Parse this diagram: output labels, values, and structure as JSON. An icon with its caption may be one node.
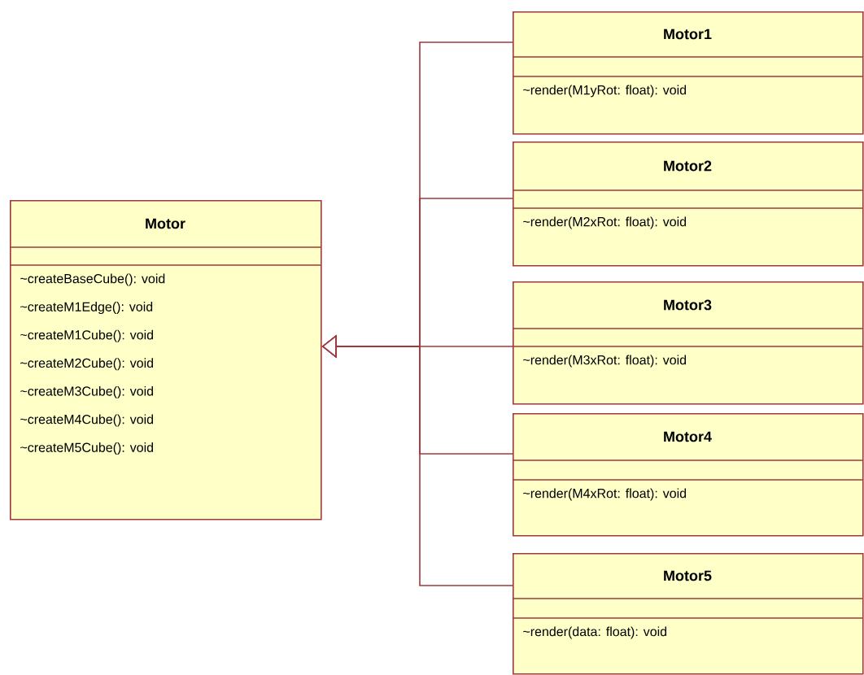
{
  "diagram": {
    "nodes": [
      {
        "text": [
          "Motor",
          "~createBaseCube(): void",
          "~createM1Edge(): void",
          "~createM1Cube(): void",
          "~createM2Cube(): void",
          "~createM3Cube(): void",
          "~createM4Cube(): void",
          "~createM5Cube(): void"
        ]
      },
      {
        "text": [
          "Motor1",
          "~render(M1yRot: float): void"
        ]
      },
      {
        "text": [
          "Motor2",
          "~render(M2xRot: float): void"
        ]
      },
      {
        "text": [
          "Motor3",
          "~render(M3xRot: float): void"
        ]
      },
      {
        "text": [
          "Motor4",
          "~render(M4xRot: float): void"
        ]
      },
      {
        "text": [
          "Motor5",
          "~render(data: float): void"
        ]
      }
    ],
    "edges": [
      {
        "from": 1,
        "to": 0,
        "arrow": "to"
      },
      {
        "from": 2,
        "to": 0,
        "arrow": "to"
      },
      {
        "from": 3,
        "to": 0,
        "arrow": "to"
      },
      {
        "from": 4,
        "to": 0,
        "arrow": "to"
      },
      {
        "from": 5,
        "to": 0,
        "arrow": "to"
      }
    ]
  }
}
